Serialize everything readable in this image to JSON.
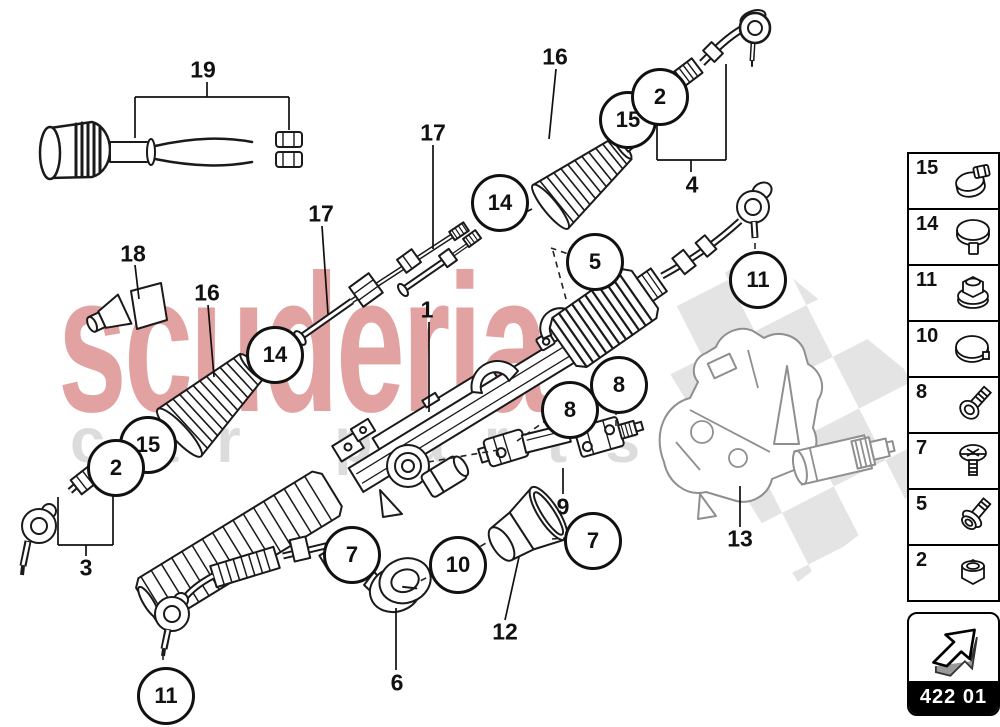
{
  "watermark": {
    "title": "scuderia",
    "subtitle": "car parts",
    "title_color": "#e2a2a2",
    "subtitle_color": "#dcdcdc",
    "checker_color": "#e4e4e4"
  },
  "diagram": {
    "circled_callouts": [
      {
        "label": "14"
      },
      {
        "label": "15"
      },
      {
        "label": "2"
      },
      {
        "label": "11"
      },
      {
        "label": "14"
      },
      {
        "label": "15"
      },
      {
        "label": "2"
      },
      {
        "label": "5"
      },
      {
        "label": "8"
      },
      {
        "label": "8"
      },
      {
        "label": "11"
      },
      {
        "label": "7"
      },
      {
        "label": "10"
      },
      {
        "label": "7"
      }
    ],
    "part_labels": [
      {
        "label": "19"
      },
      {
        "label": "18"
      },
      {
        "label": "16"
      },
      {
        "label": "17"
      },
      {
        "label": "17"
      },
      {
        "label": "16"
      },
      {
        "label": "1"
      },
      {
        "label": "3"
      },
      {
        "label": "4"
      },
      {
        "label": "9"
      },
      {
        "label": "6"
      },
      {
        "label": "12"
      },
      {
        "label": "13"
      }
    ]
  },
  "sidebar": {
    "items": [
      {
        "label": "15",
        "icon": "hose-clamp-icon"
      },
      {
        "label": "14",
        "icon": "band-clamp-icon"
      },
      {
        "label": "11",
        "icon": "flange-nut-icon"
      },
      {
        "label": "10",
        "icon": "clamp-ring-icon"
      },
      {
        "label": "8",
        "icon": "hex-bolt-icon"
      },
      {
        "label": "7",
        "icon": "pan-screw-icon"
      },
      {
        "label": "5",
        "icon": "washer-bolt-icon"
      },
      {
        "label": "2",
        "icon": "lock-nut-icon"
      }
    ]
  },
  "footer": {
    "code": "422 01"
  }
}
